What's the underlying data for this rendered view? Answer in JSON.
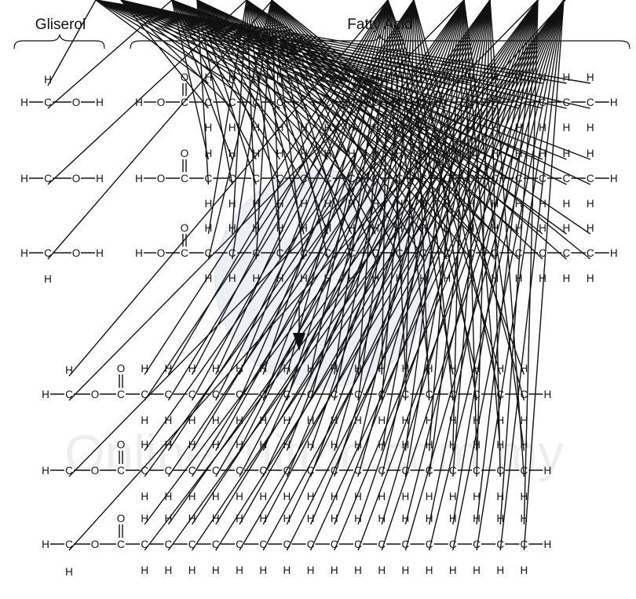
{
  "headers": {
    "glycerol": "Gliserol",
    "fatty_acid": "Fatty Acid"
  },
  "watermark": "OnlineTuition.com.my",
  "atoms": {
    "carbon": "C",
    "hydrogen": "H",
    "oxygen": "O"
  },
  "colors": {
    "ink": "#111111",
    "watermark_text": "#eeeeee",
    "watermark_globe": "#ecf0f6"
  },
  "fatty_acid": {
    "chain_carbons": 18,
    "count": 3
  }
}
